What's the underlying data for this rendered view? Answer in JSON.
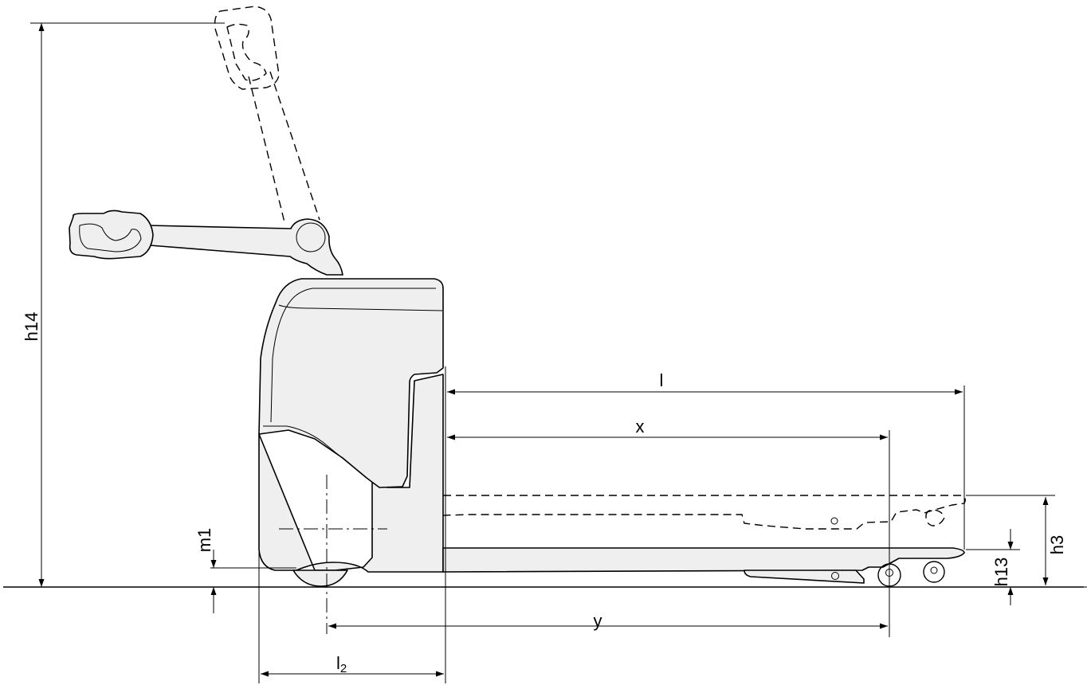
{
  "dimensions": {
    "h14": "h14",
    "m1": "m1",
    "l": "l",
    "x": "x",
    "y": "y",
    "l2_main": "l",
    "l2_sub": "2",
    "h3": "h3",
    "h13": "h13"
  }
}
